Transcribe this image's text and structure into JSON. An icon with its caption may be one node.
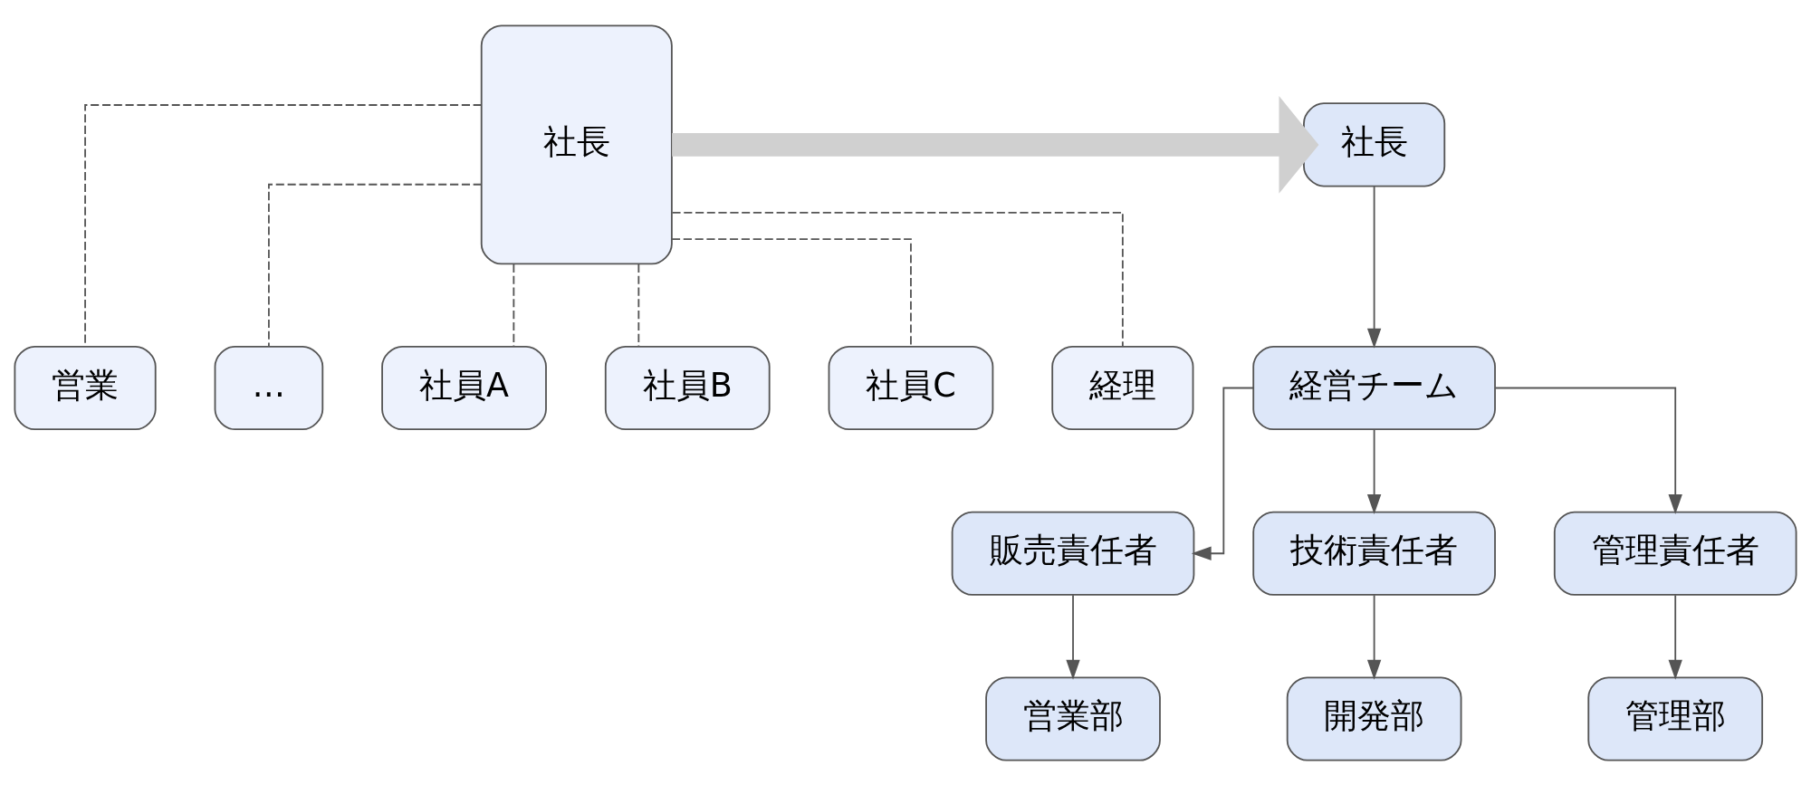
{
  "diagram": {
    "nodes": [
      {
        "text": [
          "社長"
        ]
      },
      {
        "text": [
          "営業"
        ]
      },
      {
        "text": [
          "…"
        ]
      },
      {
        "text": [
          "社員A"
        ]
      },
      {
        "text": [
          "社員B"
        ]
      },
      {
        "text": [
          "社員C"
        ]
      },
      {
        "text": [
          "経理"
        ]
      },
      {
        "text": [
          "社長"
        ]
      },
      {
        "text": [
          "経営チーム"
        ]
      },
      {
        "text": [
          "販売責任者"
        ]
      },
      {
        "text": [
          "技術責任者"
        ]
      },
      {
        "text": [
          "管理責任者"
        ]
      },
      {
        "text": [
          "営業部"
        ]
      },
      {
        "text": [
          "開発部"
        ]
      },
      {
        "text": [
          "管理部"
        ]
      }
    ],
    "edges": [
      {
        "from": 0,
        "to": 1,
        "arrow": "none",
        "style": "dashed"
      },
      {
        "from": 0,
        "to": 2,
        "arrow": "none",
        "style": "dashed"
      },
      {
        "from": 0,
        "to": 3,
        "arrow": "none",
        "style": "dashed"
      },
      {
        "from": 0,
        "to": 4,
        "arrow": "none",
        "style": "dashed"
      },
      {
        "from": 0,
        "to": 5,
        "arrow": "none",
        "style": "dashed"
      },
      {
        "from": 0,
        "to": 6,
        "arrow": "none",
        "style": "dashed"
      },
      {
        "from": 0,
        "to": 7,
        "arrow": "to",
        "style": "thick",
        "color": "#d0d0d0"
      },
      {
        "from": 7,
        "to": 8,
        "arrow": "to"
      },
      {
        "from": 8,
        "to": 9,
        "arrow": "to"
      },
      {
        "from": 8,
        "to": 10,
        "arrow": "to"
      },
      {
        "from": 8,
        "to": 11,
        "arrow": "to"
      },
      {
        "from": 9,
        "to": 12,
        "arrow": "to"
      },
      {
        "from": 10,
        "to": 13,
        "arrow": "to"
      },
      {
        "from": 11,
        "to": 14,
        "arrow": "to"
      }
    ]
  }
}
